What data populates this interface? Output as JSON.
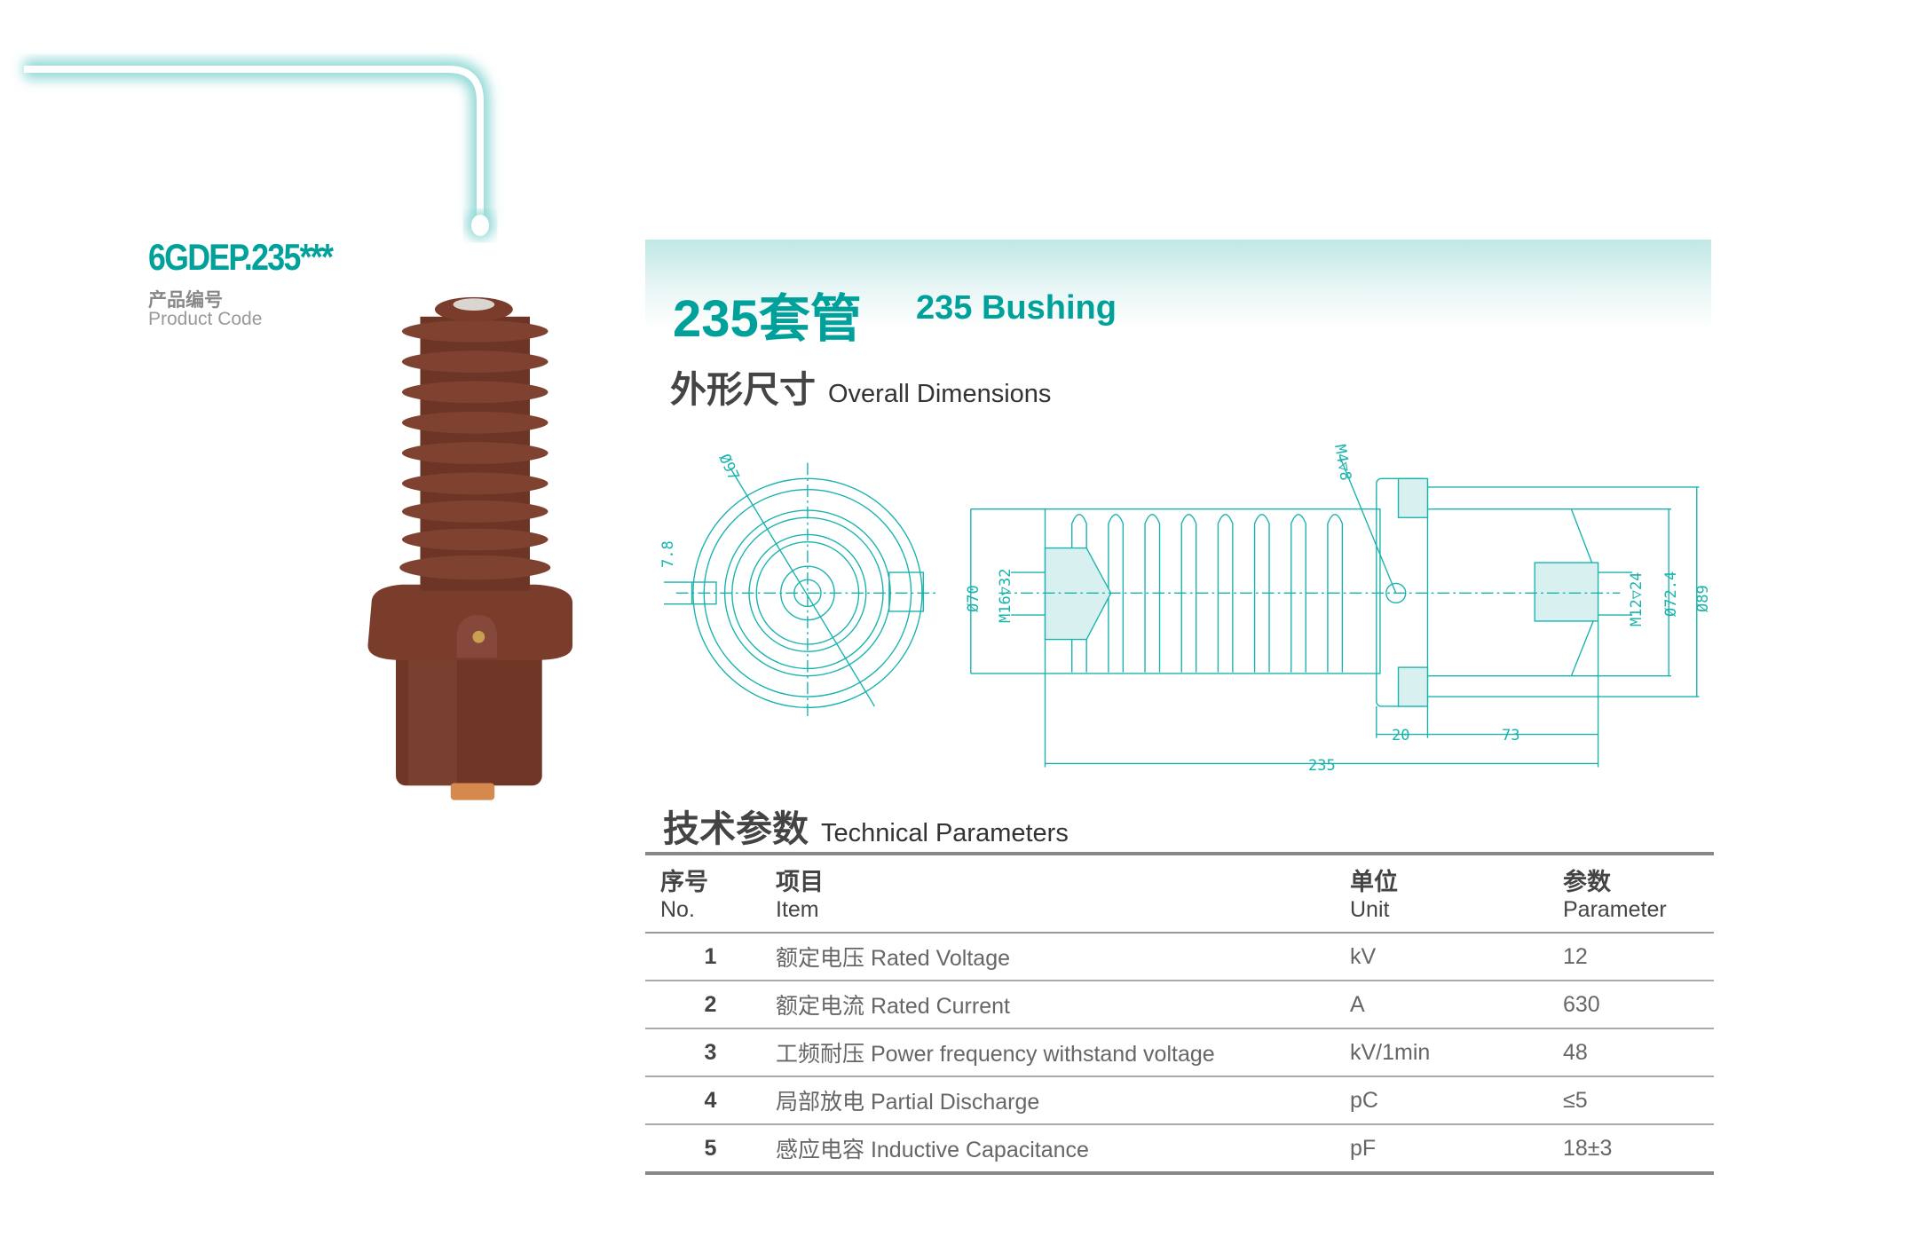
{
  "product": {
    "code": "6GDEP.235***",
    "code_label_cn": "产品编号",
    "code_label_en": "Product Code"
  },
  "header": {
    "title_cn": "235套管",
    "title_en": "235 Bushing"
  },
  "dimensions": {
    "heading_cn": "外形尺寸",
    "heading_en": "Overall Dimensions",
    "labels": {
      "d97": "Ø97",
      "w78": "7.8",
      "d70": "Ø70",
      "m16": "M16▽32",
      "m4": "M4▽8",
      "m12": "M12▽24",
      "d724": "Ø72.4",
      "d89": "Ø89",
      "l20": "20",
      "l73": "73",
      "l235": "235"
    }
  },
  "parameters": {
    "heading_cn": "技术参数",
    "heading_en": "Technical Parameters",
    "columns": [
      {
        "cn": "序号",
        "en": "No."
      },
      {
        "cn": "项目",
        "en": "Item"
      },
      {
        "cn": "单位",
        "en": "Unit"
      },
      {
        "cn": "参数",
        "en": "Parameter"
      }
    ],
    "rows": [
      {
        "no": "1",
        "item": "额定电压 Rated Voltage",
        "unit": "kV",
        "value": "12"
      },
      {
        "no": "2",
        "item": "额定电流 Rated Current",
        "unit": "A",
        "value": "630"
      },
      {
        "no": "3",
        "item": "工频耐压 Power frequency withstand voltage",
        "unit": "kV/1min",
        "value": "48"
      },
      {
        "no": "4",
        "item": "局部放电 Partial Discharge",
        "unit": "pC",
        "value": "≤5"
      },
      {
        "no": "5",
        "item": "感应电容 Inductive Capacitance",
        "unit": "pF",
        "value": "18±3"
      }
    ]
  },
  "colors": {
    "accent": "#00a19a",
    "line": "#19b3ad",
    "insulator": "#7a3d2c"
  }
}
